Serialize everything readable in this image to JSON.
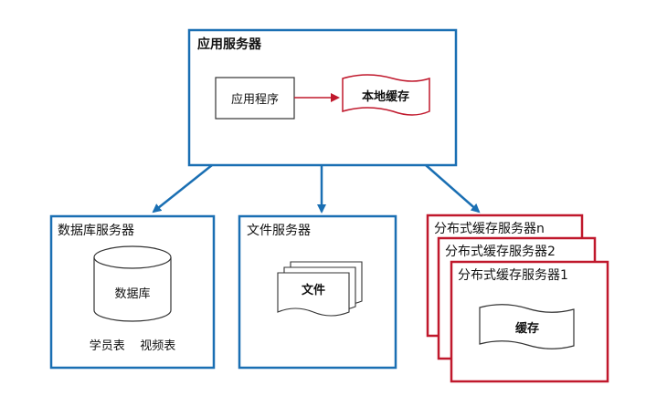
{
  "app_server": {
    "title": "应用服务器",
    "app_program": "应用程序",
    "local_cache": "本地缓存"
  },
  "db_server": {
    "title": "数据库服务器",
    "database": "数据库",
    "tables": "学员表    视频表"
  },
  "file_server": {
    "title": "文件服务器",
    "files": "文件"
  },
  "cache_servers": {
    "titles": [
      "分布式缓存服务器n",
      "分布式缓存服务器2",
      "分布式缓存服务器1"
    ],
    "cache": "缓存"
  },
  "colors": {
    "blue": "#1a6fb3",
    "red": "#c0182c",
    "black": "#333333"
  }
}
